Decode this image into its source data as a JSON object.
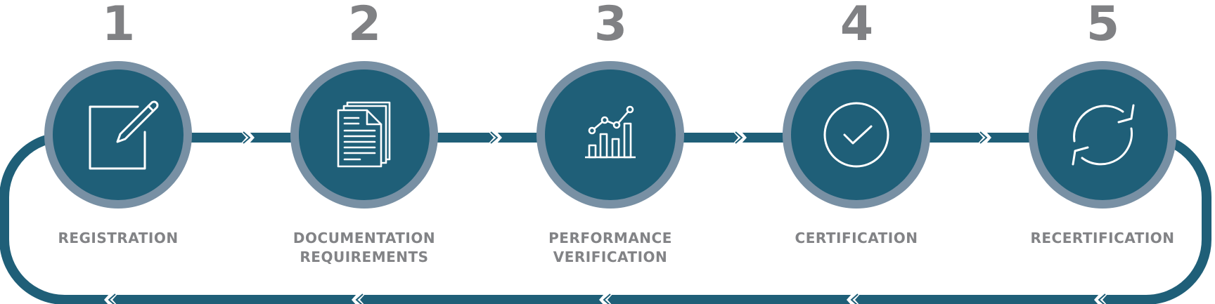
{
  "diagram": {
    "type": "process-cycle",
    "colors": {
      "track": "#1f5f78",
      "circle_fill": "#1f5f78",
      "circle_ring": "#7890a4",
      "number": "#808184",
      "label": "#828386",
      "icon": "#ffffff"
    },
    "steps": [
      {
        "number": "1",
        "label_lines": [
          "REGISTRATION"
        ],
        "icon": "edit-pencil-icon"
      },
      {
        "number": "2",
        "label_lines": [
          "DOCUMENTATION",
          "REQUIREMENTS"
        ],
        "icon": "documents-icon"
      },
      {
        "number": "3",
        "label_lines": [
          "PERFORMANCE",
          "VERIFICATION"
        ],
        "icon": "bar-chart-trend-icon"
      },
      {
        "number": "4",
        "label_lines": [
          "CERTIFICATION"
        ],
        "icon": "check-circle-icon"
      },
      {
        "number": "5",
        "label_lines": [
          "RECERTIFICATION"
        ],
        "icon": "refresh-cycle-icon"
      }
    ]
  }
}
